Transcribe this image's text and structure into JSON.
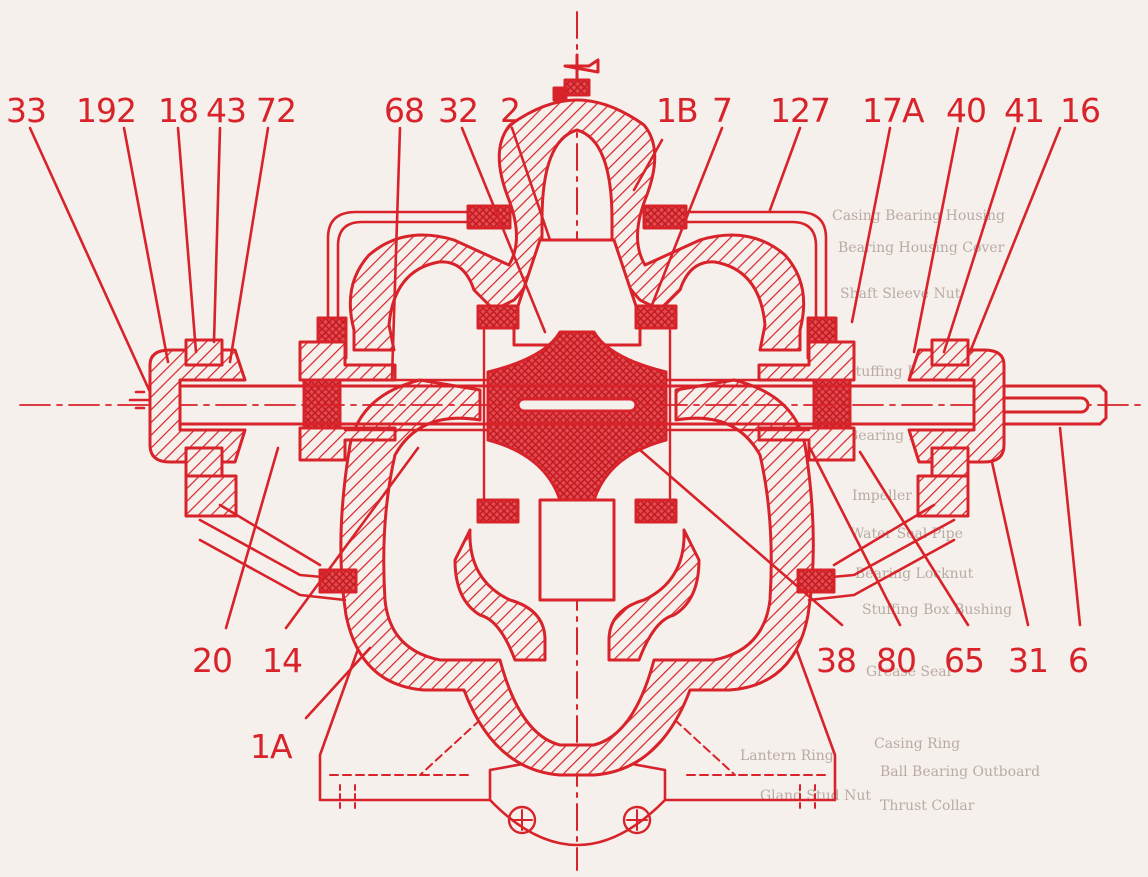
{
  "drawing": {
    "ink_color": "#d8232a",
    "paper_color": "#f6f0ec",
    "ghost_text_color": "#b9aaa4"
  },
  "callouts": {
    "c33": "33",
    "c192": "192",
    "c18": "18",
    "c43": "43",
    "c72": "72",
    "c68": "68",
    "c32": "32",
    "c2": "2",
    "c1B": "1B",
    "c7": "7",
    "c127": "127",
    "c17A": "17A",
    "c40": "40",
    "c41": "41",
    "c16": "16",
    "c20": "20",
    "c14": "14",
    "c1A": "1A",
    "c38": "38",
    "c80": "80",
    "c65": "65",
    "c31": "31",
    "c6": "6"
  },
  "bleed_through": {
    "l1": "Casing Bearing Housing",
    "l2": "Bearing Housing Cover",
    "l3": "Shaft Sleeve Nut",
    "l4": "Stuffing Box Gland",
    "l5": "Bearing Retainer",
    "l6": "Impeller Ring",
    "l7": "Water Seal Pipe",
    "l8": "Bearing Locknut",
    "l9": "Stuffing Box Bushing",
    "l10": "Grease Seal",
    "l11": "Casing Ring",
    "l12": "Ball Bearing Outboard",
    "l13": "Thrust Collar",
    "l14": "Lantern Ring",
    "l15": "Gland Stud Nut"
  }
}
